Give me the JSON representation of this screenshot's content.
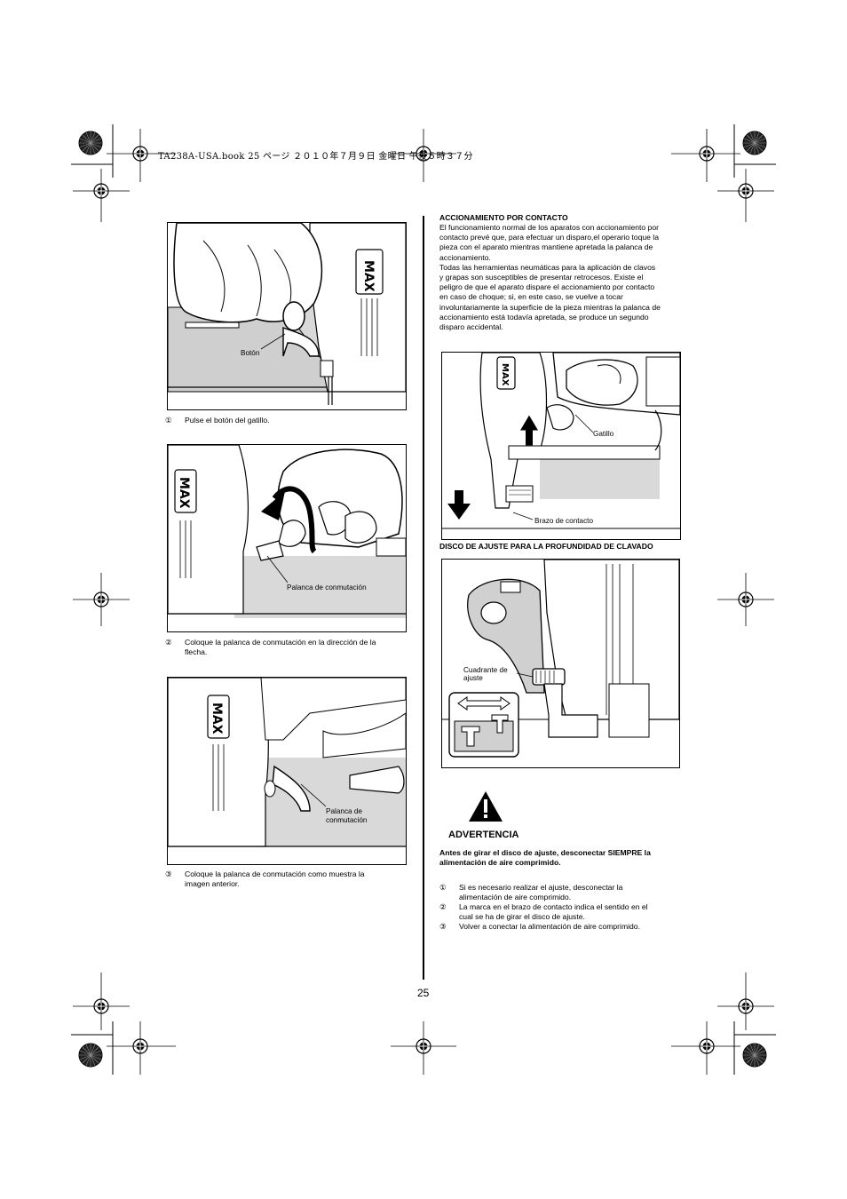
{
  "header": {
    "file_line": "TA238A-USA.book  25 ページ  ２０１０年７月９日  金曜日  午後５時３７分"
  },
  "page_number": "25",
  "left_column": {
    "figure1": {
      "label_boton": "Botón",
      "brand": "MAX"
    },
    "step1": {
      "num": "①",
      "text": "Pulse el botón del gatillo."
    },
    "figure2": {
      "label_palanca": "Palanca de conmutación",
      "brand": "MAX"
    },
    "step2": {
      "num": "②",
      "text_line1": "Coloque la palanca de conmutación en la dirección de la",
      "text_line2": "flecha."
    },
    "figure3": {
      "label_palanca_l1": "Palanca de",
      "label_palanca_l2": "conmutación",
      "brand": "MAX"
    },
    "step3": {
      "num": "③",
      "text_line1": "Coloque la palanca de conmutación como muestra la",
      "text_line2": "imagen anterior."
    }
  },
  "right_column": {
    "contact": {
      "heading": "ACCIONAMIENTO POR CONTACTO",
      "lines": [
        "El funcionamiento normal de los aparatos con accionamiento por",
        "contacto prevé que, para efectuar un disparo,el operario toque la",
        "pieza con el aparato mientras mantiene apretada la palanca de",
        "accionamiento.",
        "Todas las herramientas neumáticas para la aplicación de clavos",
        "y grapas son susceptibles de presentar retrocesos. Existe el",
        "peligro de que el aparato dispare el accionamiento por contacto",
        "en caso de choque; si, en este caso, se vuelve a tocar",
        "involuntariamente la superficie de la pieza mientras la palanca de",
        "accionamiento está todavía apretada, se produce un segundo",
        "disparo accidental."
      ]
    },
    "figure4": {
      "label_gatillo": "Gatillo",
      "label_brazo": "Brazo de contacto",
      "brand": "MAX"
    },
    "depth": {
      "heading": "DISCO DE AJUSTE PARA LA PROFUNDIDAD DE CLAVADO"
    },
    "figure5": {
      "label_cuadrante_l1": "Cuadrante de",
      "label_cuadrante_l2": "ajuste"
    },
    "warning": {
      "title": "ADVERTENCIA",
      "bold_line1": "Antes de girar el disco de ajuste, desconectar SIEMPRE la",
      "bold_line2": "alimentación de aire comprimido.",
      "items": [
        {
          "num": "①",
          "line1": "Si es necesario realizar el ajuste, desconectar la",
          "line2": "alimentación de aire comprimido."
        },
        {
          "num": "②",
          "line1": "La marca en el brazo de contacto indica el sentido en el",
          "line2": "cual se ha de girar el disco de ajuste."
        },
        {
          "num": "③",
          "line1": "Volver a conectar la alimentación de aire comprimido.",
          "line2": ""
        }
      ]
    }
  }
}
